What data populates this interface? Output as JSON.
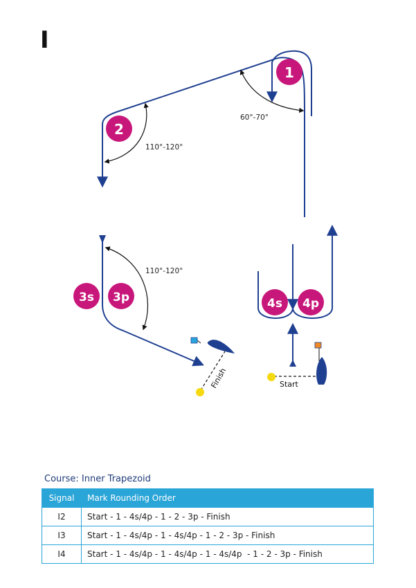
{
  "page_letter": "I",
  "marks": {
    "m1": "1",
    "m2": "2",
    "m3s": "3s",
    "m3p": "3p",
    "m4s": "4s",
    "m4p": "4p"
  },
  "angles": {
    "top_right": "60°-70°",
    "top_left": "110°-120°",
    "lower_left": "110°-120°"
  },
  "labels": {
    "finish": "Finish",
    "start": "Start"
  },
  "colors": {
    "mark": "#c8177a",
    "course_line": "#1f3f91",
    "buoy": "#f5d90f",
    "flag_finish": "#29a6df",
    "flag_start": "#f08a24",
    "table_header": "#2aa5d8"
  },
  "course": {
    "title": "Course: Inner Trapezoid",
    "header_signal": "Signal",
    "header_order": "Mark Rounding Order",
    "rows": [
      {
        "signal": "I2",
        "order": "Start - 1 - 4s/4p - 1 - 2 - 3p - Finish"
      },
      {
        "signal": "I3",
        "order": "Start - 1 - 4s/4p - 1 - 4s/4p - 1 - 2 - 3p - Finish"
      },
      {
        "signal": "I4",
        "order": "Start - 1 - 4s/4p - 1 - 4s/4p - 1 - 4s/4p  - 1 - 2 - 3p - Finish"
      }
    ]
  }
}
